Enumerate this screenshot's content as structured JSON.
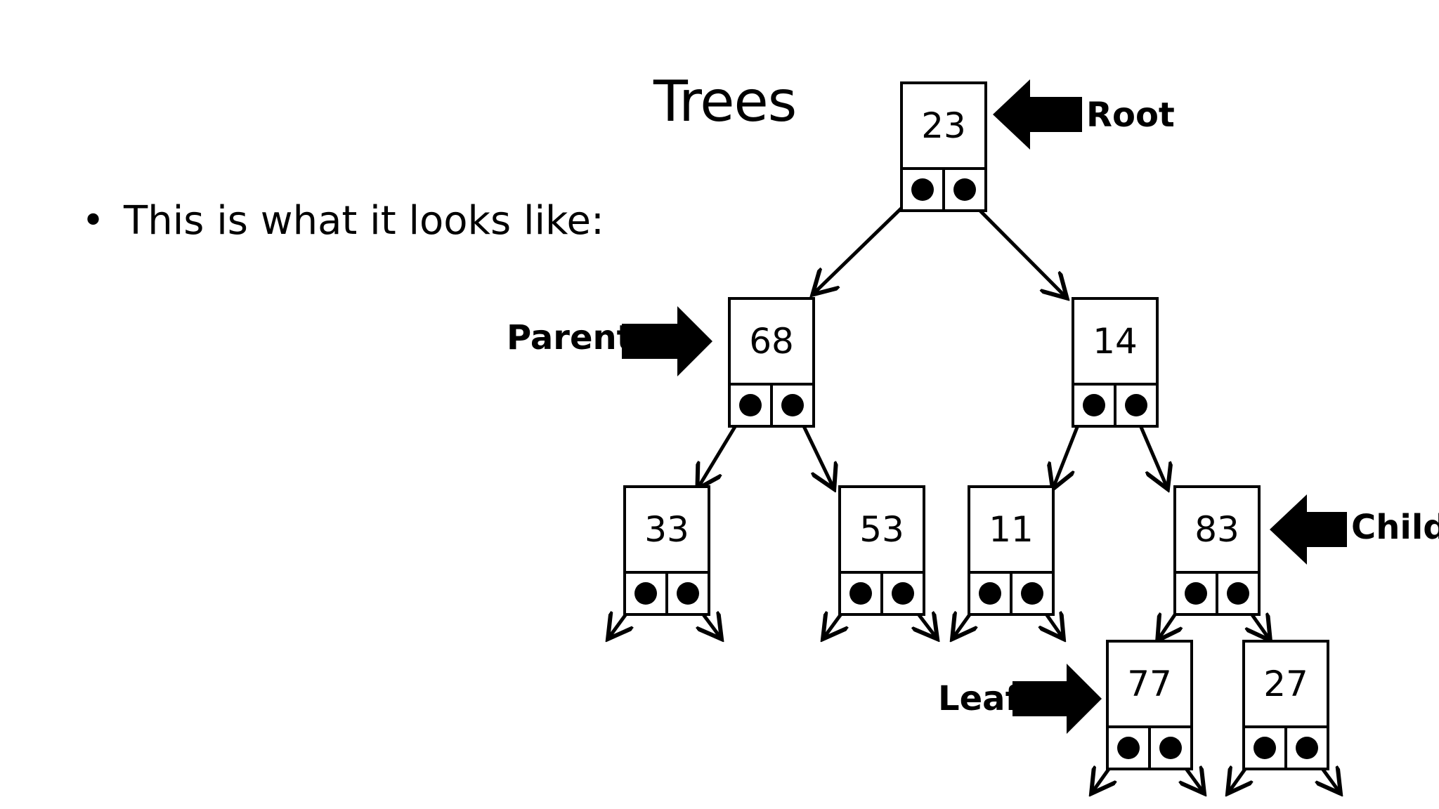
{
  "slide": {
    "title": "Trees",
    "bullet": "This is what it looks like:"
  },
  "nodes": {
    "root": "23",
    "left": "68",
    "right": "14",
    "left_left": "33",
    "left_right": "53",
    "right_left": "11",
    "right_right": "83",
    "rr_left": "77",
    "rr_right": "27"
  },
  "labels": {
    "root": "Root",
    "parent": "Parent",
    "child": "Child",
    "leaf": "Leaf"
  }
}
